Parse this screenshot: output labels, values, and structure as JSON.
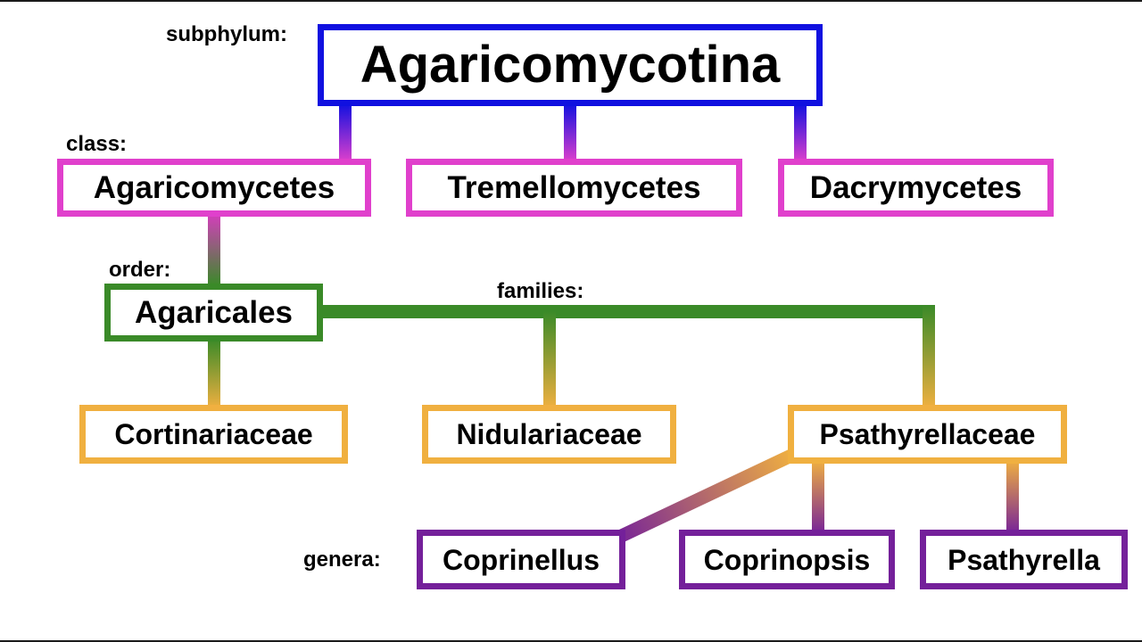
{
  "colors": {
    "subphylum": "#1010e0",
    "class": "#e040cc",
    "order": "#3a8a28",
    "family": "#f0b040",
    "genus": "#74209a"
  },
  "labels": {
    "subphylum": "subphylum:",
    "class": "class:",
    "order": "order:",
    "families": "families:",
    "genera": "genera:"
  },
  "nodes": {
    "agaricomycotina": "Agaricomycotina",
    "agaricomycetes": "Agaricomycetes",
    "tremellomycetes": "Tremellomycetes",
    "dacrymycetes": "Dacrymycetes",
    "agaricales": "Agaricales",
    "cortinariaceae": "Cortinariaceae",
    "nidulariaceae": "Nidulariaceae",
    "psathyrellaceae": "Psathyrellaceae",
    "coprinellus": "Coprinellus",
    "coprinopsis": "Coprinopsis",
    "psathyrella": "Psathyrella"
  },
  "edges": [
    {
      "from": "agaricomycotina",
      "to": "agaricomycetes"
    },
    {
      "from": "agaricomycotina",
      "to": "tremellomycetes"
    },
    {
      "from": "agaricomycotina",
      "to": "dacrymycetes"
    },
    {
      "from": "agaricomycetes",
      "to": "agaricales"
    },
    {
      "from": "agaricales",
      "to": "cortinariaceae"
    },
    {
      "from": "agaricales",
      "to": "nidulariaceae"
    },
    {
      "from": "agaricales",
      "to": "psathyrellaceae"
    },
    {
      "from": "psathyrellaceae",
      "to": "coprinellus"
    },
    {
      "from": "psathyrellaceae",
      "to": "coprinopsis"
    },
    {
      "from": "psathyrellaceae",
      "to": "psathyrella"
    }
  ]
}
